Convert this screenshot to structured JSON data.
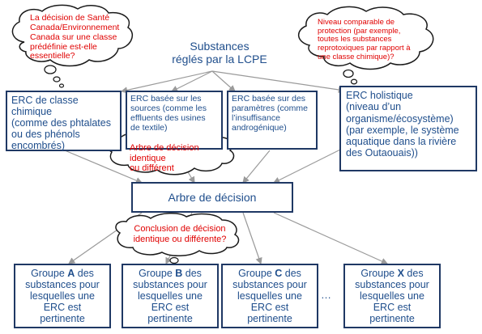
{
  "source": {
    "line1": "Substances",
    "line2": "réglés par la LCPE"
  },
  "cloud_left": {
    "lines": [
      "La décision de Santé",
      "Canada/Environnement",
      "Canada sur une classe",
      "prédéfinie est-elle",
      "essentielle?"
    ]
  },
  "cloud_right": {
    "lines": [
      "Niveau comparable de",
      "protection (par exemple,",
      "toutes les substances",
      "reprotoxiques par rapport à",
      "une classe chimique)?"
    ]
  },
  "erc_boxes": [
    {
      "lines": [
        "ERC de classe",
        "chimique",
        "(comme des phtalates",
        "ou des phénols",
        "encombrés)"
      ]
    },
    {
      "lines": [
        "ERC basée sur les",
        "sources (comme les",
        "effluents des usines",
        "de textile)"
      ]
    },
    {
      "lines": [
        "ERC basée sur des",
        "paramètres (comme",
        "l’insuffisance",
        "androgénique)"
      ]
    },
    {
      "lines": [
        "ERC holistique",
        "(niveau d’un",
        "organisme/écosystème)",
        "(par exemple, le système",
        "aquatique dans la rivière",
        "des Outaouais))"
      ]
    }
  ],
  "cloud_mid": {
    "lines": [
      "Arbre de décision identique",
      "ou différent"
    ]
  },
  "decision_tree": {
    "label": "Arbre de décision"
  },
  "cloud_conclusion": {
    "lines": [
      "Conclusion de décision",
      "identique ou différente?"
    ]
  },
  "groups": [
    {
      "prefix": "Groupe ",
      "letter": "A",
      "suffix": " des",
      "rest": [
        "substances pour",
        "lesquelles une",
        "ERC est",
        "pertinente"
      ]
    },
    {
      "prefix": "Groupe ",
      "letter": "B",
      "suffix": " des",
      "rest": [
        "substances pour",
        "lesquelles une",
        "ERC est",
        "pertinente"
      ]
    },
    {
      "prefix": "Groupe ",
      "letter": "C",
      "suffix": " des",
      "rest": [
        "substances pour",
        "lesquelles une",
        "ERC est",
        "pertinente"
      ]
    },
    {
      "prefix": "Groupe ",
      "letter": "X",
      "suffix": " des",
      "rest": [
        "substances pour",
        "lesquelles une",
        "ERC est",
        "pertinente"
      ]
    }
  ],
  "ellipsis": "…",
  "colors": {
    "box_border": "#1f3864",
    "text_blue": "#1f4e8c",
    "text_red": "#e00000",
    "arrow": "#9a9a9a"
  }
}
